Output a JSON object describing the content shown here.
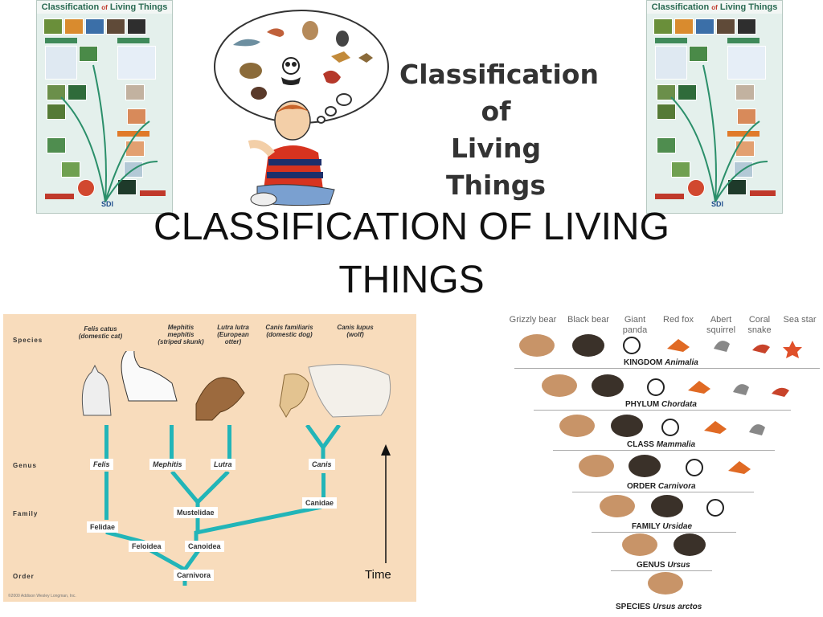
{
  "slide": {
    "title": "CLASSIFICATION OF LIVING THINGS"
  },
  "header_art": {
    "lines": [
      "Classification",
      "of",
      "Living Things"
    ]
  },
  "posters": {
    "title_main1": "Classification",
    "title_of": "of",
    "title_main2": "Living Things",
    "logo": "SDI"
  },
  "tree": {
    "ranks": {
      "species": "Species",
      "genus": "Genus",
      "family": "Family",
      "order": "Order"
    },
    "species": [
      {
        "sci": "Felis catus",
        "common": "(domestic cat)"
      },
      {
        "sci": "Mephitis mephitis",
        "common": "(striped skunk)"
      },
      {
        "sci": "Lutra lutra",
        "common": "(European otter)"
      },
      {
        "sci": "Canis familiaris",
        "common": "(domestic dog)"
      },
      {
        "sci": "Canis lupus",
        "common": "(wolf)"
      }
    ],
    "genus": [
      "Felis",
      "Mephitis",
      "Lutra",
      "Canis"
    ],
    "family": [
      "Felidae",
      "Mustelidae",
      "Canidae"
    ],
    "superfamily": [
      "Feloidea",
      "Canoidea"
    ],
    "order": "Carnivora",
    "time_label": "Time",
    "copyright": "©2000 Addison Wesley Longman, Inc."
  },
  "pyramid": {
    "columns": [
      "Grizzly bear",
      "Black bear",
      "Giant panda",
      "Red fox",
      "Abert squirrel",
      "Coral snake",
      "Sea star"
    ],
    "levels": [
      {
        "rank": "KINGDOM",
        "name": "Animalia"
      },
      {
        "rank": "PHYLUM",
        "name": "Chordata"
      },
      {
        "rank": "CLASS",
        "name": "Mammalia"
      },
      {
        "rank": "ORDER",
        "name": "Carnivora"
      },
      {
        "rank": "FAMILY",
        "name": "Ursidae"
      },
      {
        "rank": "GENUS",
        "name": "Ursus"
      },
      {
        "rank": "SPECIES",
        "name": "Ursus arctos"
      }
    ]
  },
  "colors": {
    "tree_bg": "#f8dcbc",
    "branch": "#22b5b8",
    "grizzly": "#c89468",
    "black_bear": "#3a3129",
    "fox": "#e06a24",
    "snake": "#c8432a",
    "star": "#e0502a"
  }
}
